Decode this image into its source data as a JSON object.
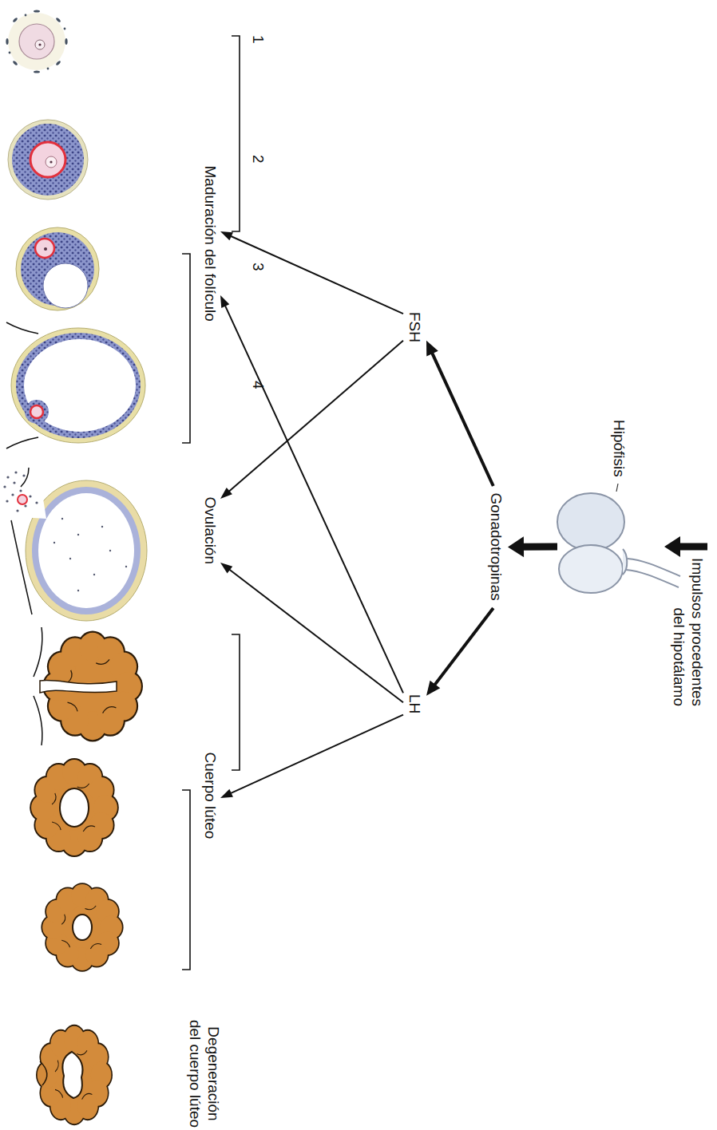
{
  "diagram": {
    "nodes": [
      {
        "text": [
          "Impulsos procedentes del hipotálamo"
        ]
      },
      {
        "text": [
          "Hipófisis"
        ]
      },
      {
        "text": [
          "Gonadotropinas"
        ]
      },
      {
        "text": [
          "FSH"
        ]
      },
      {
        "text": [
          "LH"
        ]
      },
      {
        "text": [
          "Maduración del folículo"
        ]
      },
      {
        "text": [
          "Ovulación"
        ]
      },
      {
        "text": [
          "Cuerpo lúteo"
        ]
      }
    ],
    "edges": [
      {
        "from": 0,
        "to": 1,
        "arrow": "to"
      },
      {
        "from": 1,
        "to": 2,
        "arrow": "to"
      },
      {
        "from": 2,
        "to": 3,
        "arrow": "to"
      },
      {
        "from": 2,
        "to": 4,
        "arrow": "to"
      },
      {
        "from": 3,
        "to": 5,
        "arrow": "to"
      },
      {
        "from": 3,
        "to": 6,
        "arrow": "to"
      },
      {
        "from": 4,
        "to": 5,
        "arrow": "to"
      },
      {
        "from": 4,
        "to": 6,
        "arrow": "to"
      },
      {
        "from": 4,
        "to": 7,
        "arrow": "to"
      }
    ],
    "labels": [
      "1",
      "2",
      "3",
      "4",
      "Degeneración del cuerpo lúteo"
    ]
  }
}
